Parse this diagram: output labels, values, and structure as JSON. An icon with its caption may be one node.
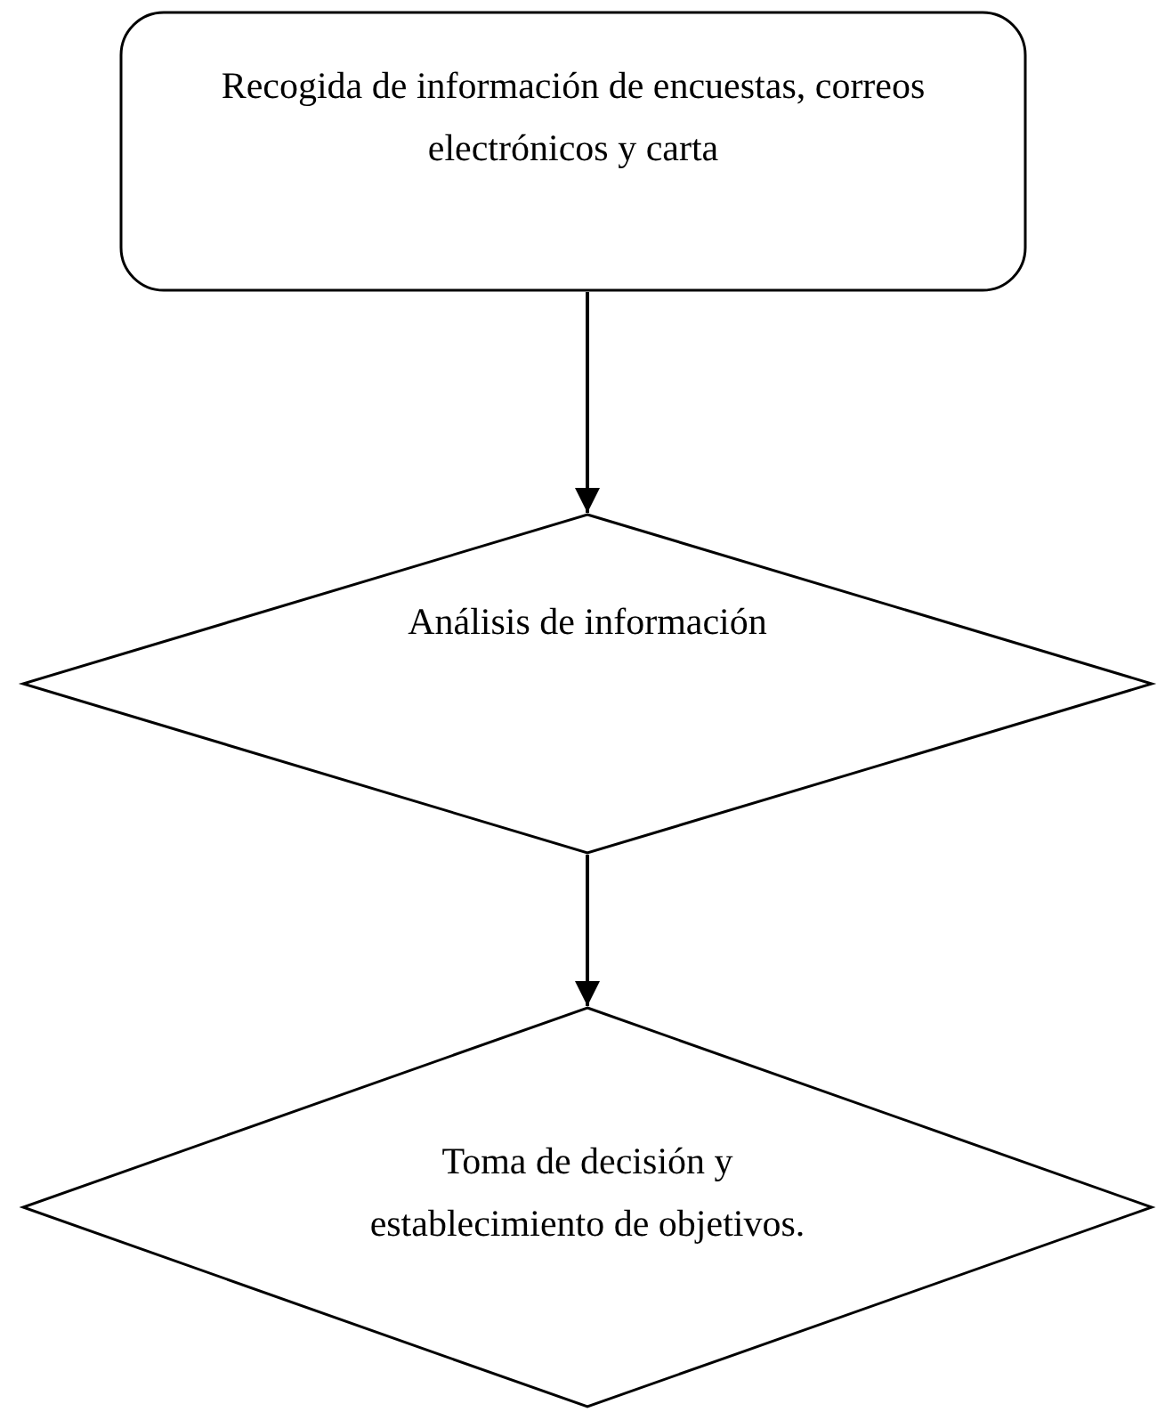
{
  "diagram": {
    "nodes": [
      {
        "text": [
          "Recogida de información de encuestas, correos electrónicos y carta"
        ]
      },
      {
        "text": [
          "Análisis de información"
        ]
      },
      {
        "text": [
          "Toma de decisión y establecimiento de objetivos."
        ]
      }
    ],
    "edges": [
      {
        "from": 0,
        "to": 1,
        "arrow": "to"
      },
      {
        "from": 1,
        "to": 2,
        "arrow": "to"
      }
    ]
  }
}
